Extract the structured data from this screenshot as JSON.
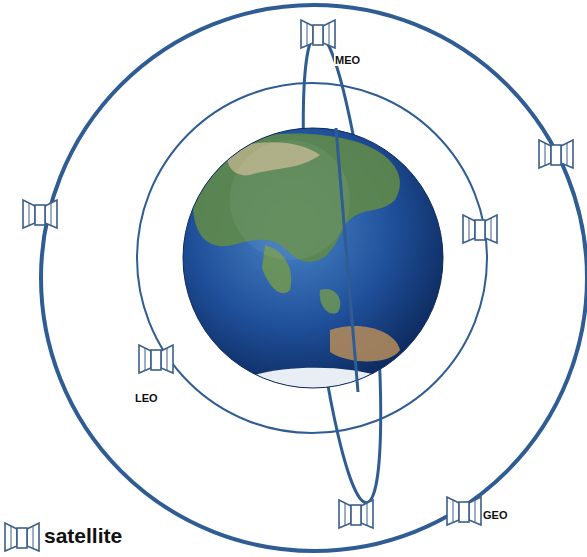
{
  "diagram": {
    "labels": [
      "MEO",
      "LEO",
      "GEO"
    ],
    "legend": [
      {
        "text": "satellite"
      }
    ]
  }
}
